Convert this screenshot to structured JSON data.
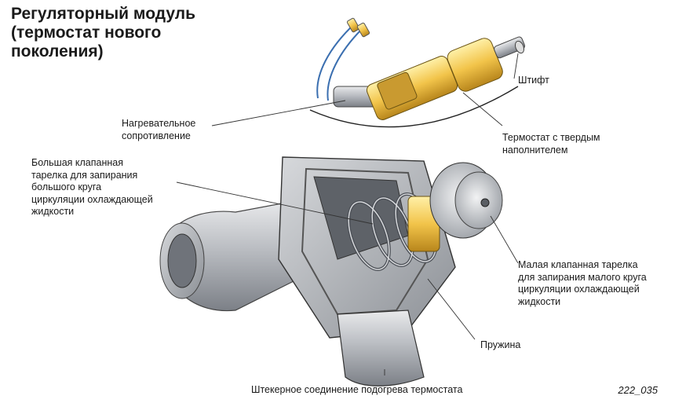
{
  "title": "Регуляторный модуль\n(термостат нового\nпоколения)",
  "labels": {
    "pin": "Штифт",
    "heater": "Нагревательное\nсопротивление",
    "thermostat": "Термостат с твердым\nнаполнителем",
    "large_valve": "Большая клапанная\nтарелка для запирания\nбольшого круга\nциркуляции охлаждающей\nжидкости",
    "small_valve": "Малая клапанная тарелка\nдля запирания малого круга\nциркуляции охлаждающей\nжидкости",
    "spring": "Пружина",
    "connector": "Штекерное соединение подогрева термостата"
  },
  "figure_code": "222_035"
}
